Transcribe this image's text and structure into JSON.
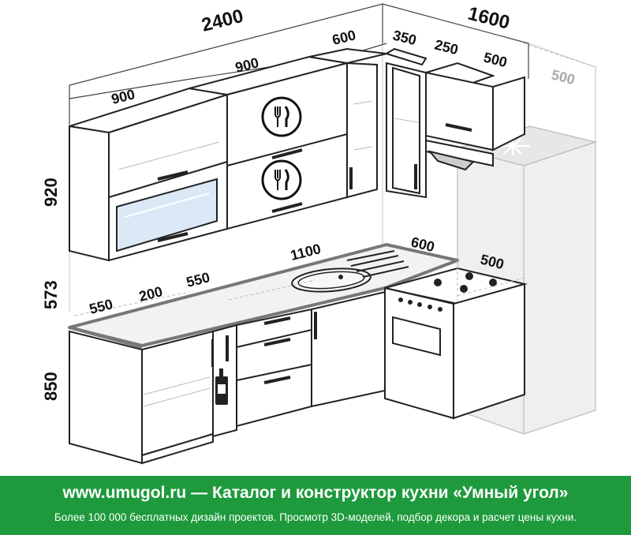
{
  "dimensions": {
    "top_total_left": "2400",
    "top_total_right": "1600",
    "upper_900_a": "900",
    "upper_900_b": "900",
    "upper_600": "600",
    "upper_350": "350",
    "upper_250": "250",
    "upper_500": "500",
    "fridge_500_top": "500",
    "height_upper": "920",
    "height_gap": "573",
    "height_base": "850",
    "counter_550_a": "550",
    "counter_200": "200",
    "counter_550_b": "550",
    "counter_1100": "1100",
    "counter_600": "600",
    "stove_500": "500"
  },
  "footer": {
    "site": "www.umugol.ru",
    "dash": " — ",
    "title": "Каталог и конструктор кухни «Умный угол»",
    "subtitle": "Более 100 000 бесплатных дизайн проектов. Просмотр 3D-моделей, подбор декора и расчет цены кухни."
  },
  "colors": {
    "footer_bg": "#1e9a3c",
    "countertop": "#777777",
    "outline": "#222222",
    "ghost": "#bbbbbb"
  },
  "icons": [
    "fork-knife-icon",
    "snowflake-icon",
    "bottle-icon"
  ]
}
